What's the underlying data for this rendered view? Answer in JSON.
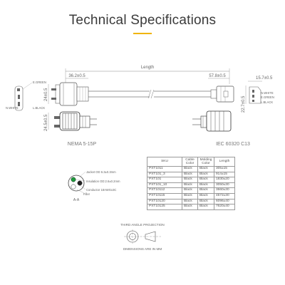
{
  "page": {
    "title": "Technical Specifications"
  },
  "drawing": {
    "length_label": "Length",
    "dim_plug_length": "36.2±0.5",
    "dim_connector_length": "57.8±0.5",
    "dim_plug_width": "24±0.5",
    "dim_plug_width2": "24.5±0.5",
    "dim_connector_height": "15.7±0.5",
    "dim_connector_width": "22.7±0.5",
    "plug_wire_labels": [
      "E.GREEN",
      "N.WHITE",
      "L.BLACK"
    ],
    "connector_wire_labels": [
      "N.WHITE",
      "E.GREEN",
      "L.BLACK"
    ],
    "left_connector_name": "NEMA 5-15P",
    "right_connector_name": "IEC 60320 C13"
  },
  "cross_section": {
    "jacket": "Jacket OD 6.3±0.3mm",
    "insulation": "Insulation OD:2.6±0.2mm",
    "conductor": "Conductor 18AWGx3C",
    "filler": "Filler",
    "section_label": "A-A"
  },
  "spec_table": {
    "headers": [
      "SKU",
      "Cable Color",
      "Molding Color",
      "Length"
    ],
    "rows": [
      [
        "PXT1011",
        "Black",
        "Black",
        "305±15"
      ],
      [
        "PXT101_3",
        "Black",
        "Black",
        "914±15"
      ],
      [
        "PXT101",
        "Black",
        "Black",
        "1830±20"
      ],
      [
        "PXT101_10",
        "Black",
        "Black",
        "3050±30"
      ],
      [
        "PXT10112",
        "Black",
        "Black",
        "3660±30"
      ],
      [
        "PXT10115",
        "Black",
        "Black",
        "4572±30"
      ],
      [
        "PXT10120",
        "Black",
        "Black",
        "6096±40"
      ],
      [
        "PXT10125",
        "Black",
        "Black",
        "7620±40"
      ]
    ]
  },
  "footer": {
    "third_angle": "THIRD ANGLE PROJECTION",
    "dimensions": "DIMENSIONS ARE IN MM"
  }
}
